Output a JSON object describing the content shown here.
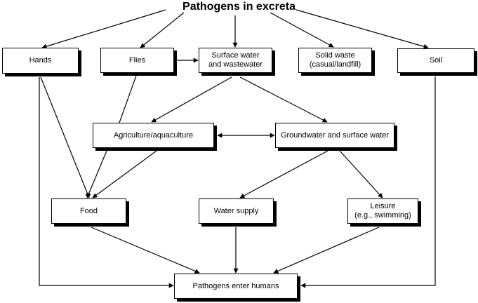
{
  "title": "Pathogens in excreta",
  "nodes": {
    "hands": "Hands",
    "flies": "Flies",
    "surface_water": "Surface water\nand wastewater",
    "solid_waste": "Solid waste\n(casual/landfill)",
    "soil": "Soil",
    "agriculture": "Agriculture/aquaculture",
    "groundwater": "Groundwater and surface water",
    "food": "Food",
    "water_supply": "Water supply",
    "leisure": "Leisure\n(e.g., swimming)",
    "pathogens_enter": "Pathogens enter humans"
  },
  "edges": [
    {
      "from": "title",
      "to": "hands"
    },
    {
      "from": "title",
      "to": "flies"
    },
    {
      "from": "title",
      "to": "surface_water"
    },
    {
      "from": "title",
      "to": "solid_waste"
    },
    {
      "from": "title",
      "to": "soil"
    },
    {
      "from": "flies",
      "to": "surface_water"
    },
    {
      "from": "hands",
      "to": "food"
    },
    {
      "from": "hands",
      "to": "pathogens_enter"
    },
    {
      "from": "flies",
      "to": "agriculture",
      "arrow": false
    },
    {
      "from": "surface_water",
      "to": "agriculture"
    },
    {
      "from": "surface_water",
      "to": "groundwater"
    },
    {
      "from": "agriculture",
      "to": "groundwater",
      "bidirectional": true
    },
    {
      "from": "agriculture",
      "to": "food"
    },
    {
      "from": "groundwater",
      "to": "water_supply"
    },
    {
      "from": "groundwater",
      "to": "leisure"
    },
    {
      "from": "food",
      "to": "pathogens_enter"
    },
    {
      "from": "water_supply",
      "to": "pathogens_enter"
    },
    {
      "from": "leisure",
      "to": "pathogens_enter"
    },
    {
      "from": "soil",
      "to": "pathogens_enter"
    }
  ]
}
